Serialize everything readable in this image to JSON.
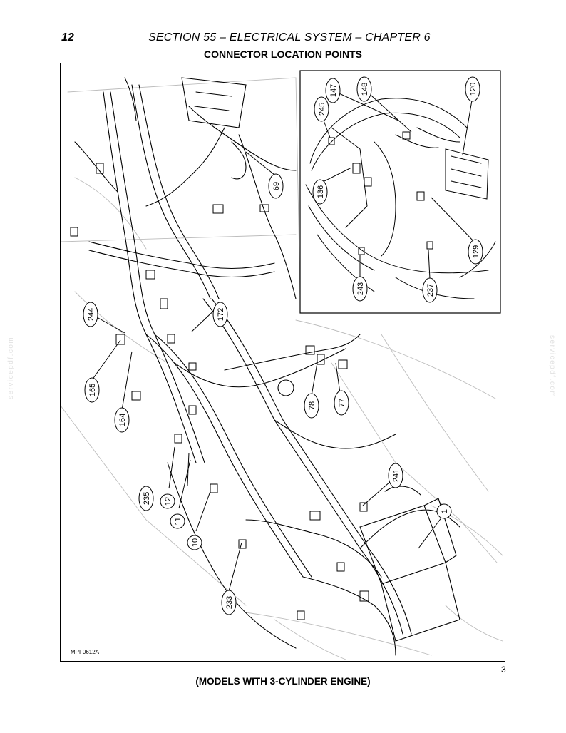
{
  "header": {
    "page_number": "12",
    "section_title": "SECTION 55 – ELECTRICAL SYSTEM – CHAPTER 6",
    "chapter_subtitle": "CONNECTOR LOCATION POINTS"
  },
  "figure": {
    "code": "MPF0612A",
    "sheet_number": "3",
    "caption": "(MODELS WITH 3-CYLINDER ENGINE)",
    "callouts": [
      {
        "id": "callout-147",
        "label": "147"
      },
      {
        "id": "callout-148",
        "label": "148"
      },
      {
        "id": "callout-120",
        "label": "120"
      },
      {
        "id": "callout-245",
        "label": "245"
      },
      {
        "id": "callout-136",
        "label": "136"
      },
      {
        "id": "callout-129",
        "label": "129"
      },
      {
        "id": "callout-243",
        "label": "243"
      },
      {
        "id": "callout-237",
        "label": "237"
      },
      {
        "id": "callout-69",
        "label": "69"
      },
      {
        "id": "callout-172",
        "label": "172"
      },
      {
        "id": "callout-244",
        "label": "244"
      },
      {
        "id": "callout-165",
        "label": "165"
      },
      {
        "id": "callout-164",
        "label": "164"
      },
      {
        "id": "callout-78",
        "label": "78"
      },
      {
        "id": "callout-77",
        "label": "77"
      },
      {
        "id": "callout-241",
        "label": "241"
      },
      {
        "id": "callout-1",
        "label": "1"
      },
      {
        "id": "callout-235",
        "label": "235"
      },
      {
        "id": "callout-12",
        "label": "12"
      },
      {
        "id": "callout-11",
        "label": "11"
      },
      {
        "id": "callout-10",
        "label": "10"
      },
      {
        "id": "callout-233",
        "label": "233"
      }
    ]
  },
  "watermark": "servicepdf.com"
}
